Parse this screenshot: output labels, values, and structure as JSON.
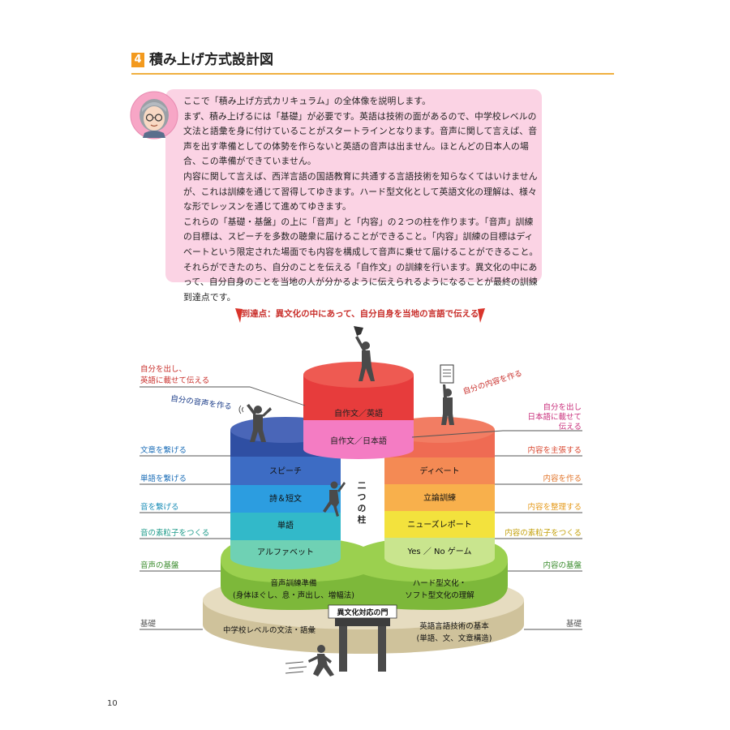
{
  "section": {
    "number": "4",
    "title": "積み上げ方式設計図"
  },
  "intro": {
    "paragraphs": [
      "ここで「積み上げ方式カリキュラム」の全体像を説明します。",
      "まず、積み上げるには「基礎」が必要です。英語は技術の面があるので、中学校レベルの文法と語彙を身に付けていることがスタートラインとなります。音声に関して言えば、音声を出す準備としての体勢を作らないと英語の音声は出ません。ほとんどの日本人の場合、この準備ができていません。",
      "内容に関して言えば、西洋言語の国語教育に共通する言語技術を知らなくてはいけませんが、これは訓練を通じて習得してゆきます。ハード型文化として英語文化の理解は、様々な形でレッスンを通じて進めてゆきます。",
      "これらの「基礎・基盤」の上に「音声」と「内容」の２つの柱を作ります。「音声」訓練の目標は、スピーチを多数の聴衆に届けることができること。「内容」訓練の目標はディベートという限定された場面でも内容を構成して音声に乗せて届けることができること。それらができたのち、自分のことを伝える「自作文」の訓練を行います。異文化の中にあって、自分自身のことを当地の人が分かるように伝えられるようになることが最終の訓練到達点です。"
    ]
  },
  "diagram": {
    "goal": "到達点：異文化の中にあって、自分自身を当地の言語で伝える",
    "top": {
      "upper": "自作文／英語",
      "lower": "自作文／日本語"
    },
    "left_pillar": [
      "スピーチ",
      "詩＆短文",
      "単語",
      "アルファベット"
    ],
    "right_pillar": [
      "ディベート",
      "立論訓練",
      "ニューズレポート",
      "Yes ／ No ゲーム"
    ],
    "center_label": "二つの柱",
    "platform": {
      "left_line1": "音声訓練準備",
      "left_line2": "(身体ほぐし、息・声出し、増幅法)",
      "right_line1": "ハード型文化・",
      "right_line2": "ソフト型文化の理解"
    },
    "base": {
      "left": "中学校レベルの文法・語彙",
      "right_line1": "英語言語技術の基本",
      "right_line2": "(単語、文、文章構造)"
    },
    "gate": "異文化対応の門",
    "left_labels": {
      "top_line1": "自分を出し、",
      "top_line2": "英語に載せて伝える",
      "voice": "自分の音声を作る",
      "l1": "文章を繋げる",
      "l2": "単語を繋げる",
      "l3": "音を繋げる",
      "l4": "音の素粒子をつくる",
      "platform": "音声の基盤",
      "base": "基礎"
    },
    "right_labels": {
      "content": "自分の内容を作る",
      "top_line1": "自分を出し",
      "top_line2": "日本語に載せて",
      "top_line3": "伝える",
      "r1": "内容を主張する",
      "r2": "内容を作る",
      "r3": "内容を整理する",
      "r4": "内容の素粒子をつくる",
      "platform": "内容の基盤",
      "base": "基礎"
    }
  },
  "colors": {
    "accent": "#f39a1e",
    "pink_box": "#fbd3e4",
    "label_blue": "#1e6fb8",
    "label_red": "#c9302c",
    "label_green": "#3c8d2f"
  },
  "page_number": "10"
}
